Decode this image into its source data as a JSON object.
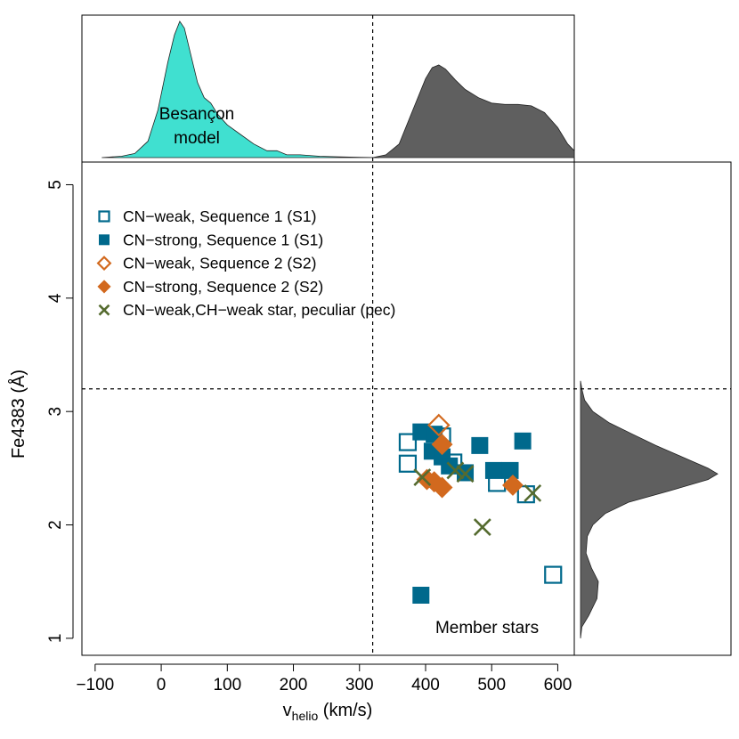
{
  "chart_data": [
    {
      "type": "area",
      "panel": "top-marginal",
      "annotation": "Besançon\nmodel",
      "threshold_x": 320,
      "series": [
        {
          "color": "#40E0D0",
          "x": [
            -90,
            -60,
            -40,
            -20,
            -5,
            10,
            20,
            28,
            35,
            45,
            55,
            65,
            75,
            85,
            100,
            120,
            140,
            160,
            175,
            190,
            210,
            240,
            270,
            300,
            330
          ],
          "density": [
            0.0,
            0.01,
            0.03,
            0.12,
            0.35,
            0.7,
            0.9,
            1.0,
            0.95,
            0.75,
            0.55,
            0.44,
            0.4,
            0.32,
            0.24,
            0.17,
            0.1,
            0.05,
            0.05,
            0.02,
            0.02,
            0.01,
            0.005,
            0.002,
            0.0
          ]
        },
        {
          "color": "#5F5F5F",
          "x": [
            320,
            340,
            360,
            380,
            400,
            410,
            420,
            430,
            445,
            460,
            480,
            500,
            520,
            540,
            560,
            580,
            600,
            615,
            625
          ],
          "density": [
            0.0,
            0.02,
            0.1,
            0.34,
            0.58,
            0.66,
            0.68,
            0.65,
            0.57,
            0.5,
            0.44,
            0.4,
            0.39,
            0.39,
            0.38,
            0.33,
            0.22,
            0.1,
            0.05
          ]
        }
      ]
    },
    {
      "type": "scatter",
      "panel": "main",
      "xlabel": "v",
      "xlabel_sub": "helio",
      "xlabel_unit": " (km/s)",
      "ylabel": "Fe4383 (Å)",
      "xlim": [
        -120,
        625
      ],
      "ylim": [
        0.85,
        5.2
      ],
      "xticks": [
        -100,
        0,
        100,
        200,
        300,
        400,
        500,
        600
      ],
      "xtick_labels": [
        "−100",
        "0",
        "100",
        "200",
        "300",
        "400",
        "500",
        "600"
      ],
      "yticks": [
        1,
        2,
        3,
        4,
        5
      ],
      "ytick_labels": [
        "1",
        "2",
        "3",
        "4",
        "5"
      ],
      "vline": 320,
      "hline": 3.2,
      "grid": false,
      "legend_position": "top-left",
      "annotation": "Member stars",
      "annotation_x": 493,
      "annotation_y": 1.1,
      "series": [
        {
          "name": "CN−weak, Sequence 1 (S1)",
          "marker": "open-square",
          "color": "#00698C",
          "points": [
            [
              373,
              2.73
            ],
            [
              373,
              2.54
            ],
            [
              425,
              2.78
            ],
            [
              442,
              2.55
            ],
            [
              508,
              2.37
            ],
            [
              552,
              2.27
            ],
            [
              593,
              1.56
            ]
          ]
        },
        {
          "name": "CN−strong, Sequence 1 (S1)",
          "marker": "filled-square",
          "color": "#00698C",
          "points": [
            [
              393,
              2.82
            ],
            [
              413,
              2.8
            ],
            [
              410,
              2.65
            ],
            [
              425,
              2.6
            ],
            [
              436,
              2.52
            ],
            [
              460,
              2.46
            ],
            [
              482,
              2.7
            ],
            [
              503,
              2.48
            ],
            [
              528,
              2.48
            ],
            [
              547,
              2.74
            ],
            [
              393,
              1.38
            ]
          ]
        },
        {
          "name": "CN−weak, Sequence 2 (S2)",
          "marker": "open-diamond",
          "color": "#D2691E",
          "points": [
            [
              420,
              2.88
            ]
          ]
        },
        {
          "name": "CN−strong, Sequence 2 (S2)",
          "marker": "filled-diamond",
          "color": "#D2691E",
          "points": [
            [
              425,
              2.71
            ],
            [
              402,
              2.4
            ],
            [
              413,
              2.38
            ],
            [
              425,
              2.33
            ],
            [
              532,
              2.35
            ]
          ]
        },
        {
          "name": "CN−weak,CH−weak star, peculiar (pec)",
          "marker": "cross",
          "color": "#556B2F",
          "points": [
            [
              395,
              2.42
            ],
            [
              445,
              2.48
            ],
            [
              460,
              2.45
            ],
            [
              562,
              2.28
            ],
            [
              486,
              1.98
            ]
          ]
        }
      ]
    },
    {
      "type": "area",
      "panel": "right-marginal",
      "threshold_y": 3.2,
      "series": [
        {
          "color": "#5F5F5F",
          "y": [
            1.0,
            1.1,
            1.2,
            1.35,
            1.5,
            1.62,
            1.75,
            1.9,
            2.0,
            2.1,
            2.2,
            2.3,
            2.4,
            2.45,
            2.5,
            2.6,
            2.7,
            2.8,
            2.9,
            3.0,
            3.1,
            3.2,
            3.27
          ],
          "density": [
            0.0,
            0.01,
            0.06,
            0.12,
            0.13,
            0.08,
            0.04,
            0.05,
            0.09,
            0.18,
            0.35,
            0.65,
            0.93,
            1.0,
            0.93,
            0.74,
            0.55,
            0.38,
            0.21,
            0.09,
            0.03,
            0.01,
            0.0
          ]
        }
      ]
    }
  ]
}
